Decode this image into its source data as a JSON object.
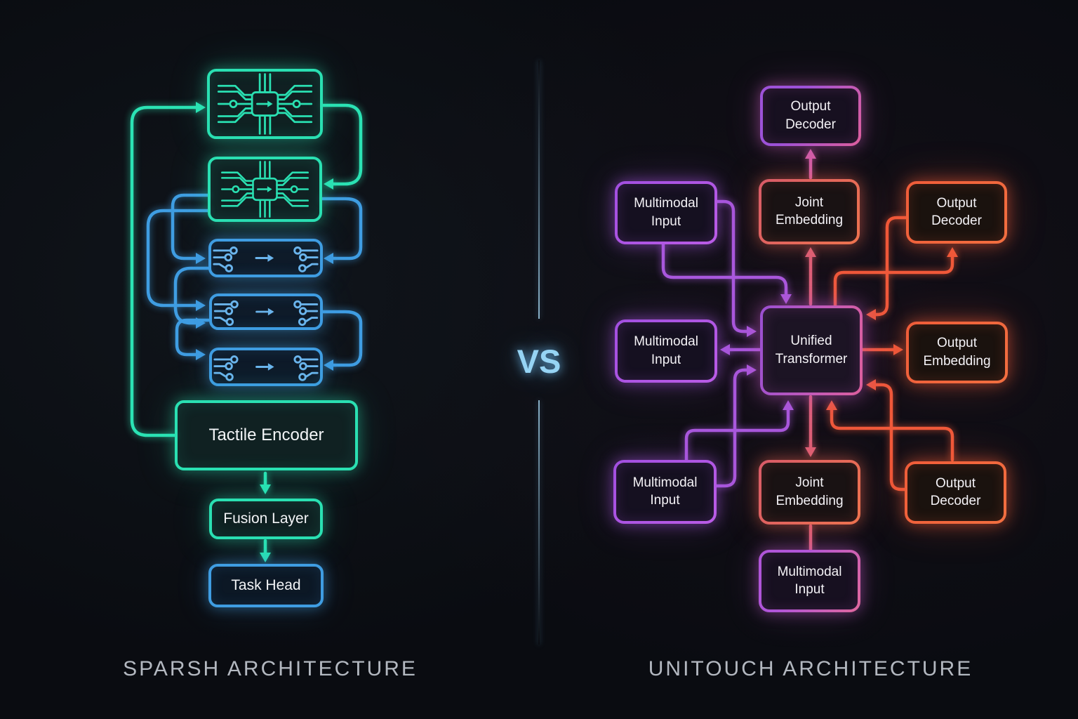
{
  "comparison": {
    "vs_label": "VS"
  },
  "sparsh": {
    "caption": "SPARSH ARCHITECTURE",
    "nodes": {
      "tactile_encoder": "Tactile Encoder",
      "fusion_layer": "Fusion Layer",
      "task_head": "Task Head"
    },
    "icons": {
      "encoder_chip": "circuit-chip-icon",
      "encoder_block": "circuit-trace-icon"
    }
  },
  "unitouch": {
    "caption": "UNITOUCH ARCHITECTURE",
    "nodes": {
      "output_decoder_top": {
        "line1": "Output",
        "line2": "Decoder"
      },
      "multimodal_input_top": {
        "line1": "Multimodal",
        "line2": "Input"
      },
      "joint_embedding_top": {
        "line1": "Joint",
        "line2": "Embedding"
      },
      "output_decoder_upper_right": {
        "line1": "Output",
        "line2": "Decoder"
      },
      "multimodal_input_middle": {
        "line1": "Multimodal",
        "line2": "Input"
      },
      "unified_transformer": {
        "line1": "Unified",
        "line2": "Transformer"
      },
      "output_embedding": {
        "line1": "Output",
        "line2": "Embedding"
      },
      "multimodal_input_bottom_left": {
        "line1": "Multimodal",
        "line2": "Input"
      },
      "joint_embedding_bottom": {
        "line1": "Joint",
        "line2": "Embedding"
      },
      "output_decoder_lower_right": {
        "line1": "Output",
        "line2": "Decoder"
      },
      "multimodal_input_bottom_center": {
        "line1": "Multimodal",
        "line2": "Input"
      }
    }
  },
  "colors": {
    "teal": "#2BE3B4",
    "blue": "#3F9DE2",
    "purple": "#A855E0",
    "magenta_pink": "#DD5F9D",
    "salmon_red": "#E05F78",
    "orange": "#F05A36",
    "vs_blue": "#96D4F4",
    "caption_gray": "#B3B8C0"
  }
}
